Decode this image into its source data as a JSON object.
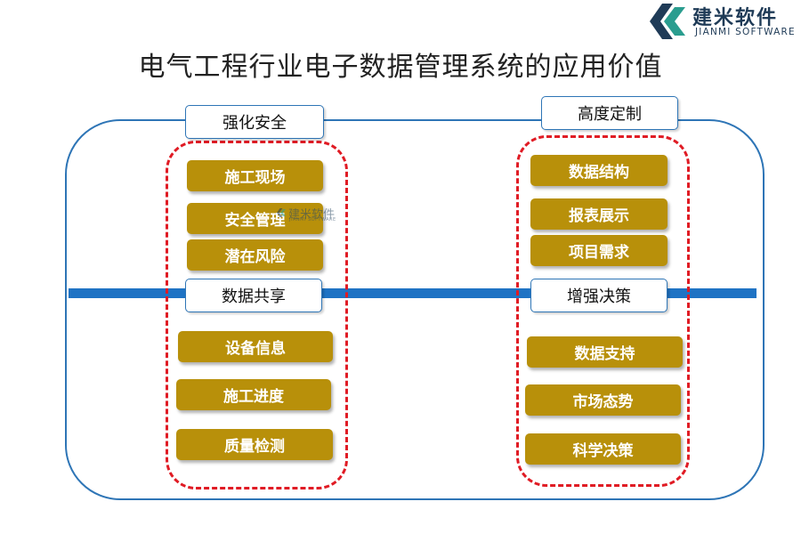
{
  "brand": {
    "name_cn": "建米软件",
    "name_en": "JIANMI SOFTWARE",
    "colors": {
      "dark": "#1f3b57",
      "teal": "#2a9d8f"
    }
  },
  "title": "电气工程行业电子数据管理系统的应用价值",
  "watermark": {
    "cn": "建米软件",
    "en": "JIANMI SOFTWARE"
  },
  "colors": {
    "accent_blue": "#1f73c4",
    "frame_blue": "#2e75b6",
    "dashed_red": "#e01b24",
    "box_gold": "#b8900a"
  },
  "groups": {
    "left_top": {
      "header": "强化安全",
      "items": [
        "施工现场",
        "安全管理",
        "潜在风险"
      ]
    },
    "left_bottom": {
      "header": "数据共享",
      "items": [
        "设备信息",
        "施工进度",
        "质量检测"
      ]
    },
    "right_top": {
      "header": "高度定制",
      "items": [
        "数据结构",
        "报表展示",
        "项目需求"
      ]
    },
    "right_bottom": {
      "header": "增强决策",
      "items": [
        "数据支持",
        "市场态势",
        "科学决策"
      ]
    }
  }
}
